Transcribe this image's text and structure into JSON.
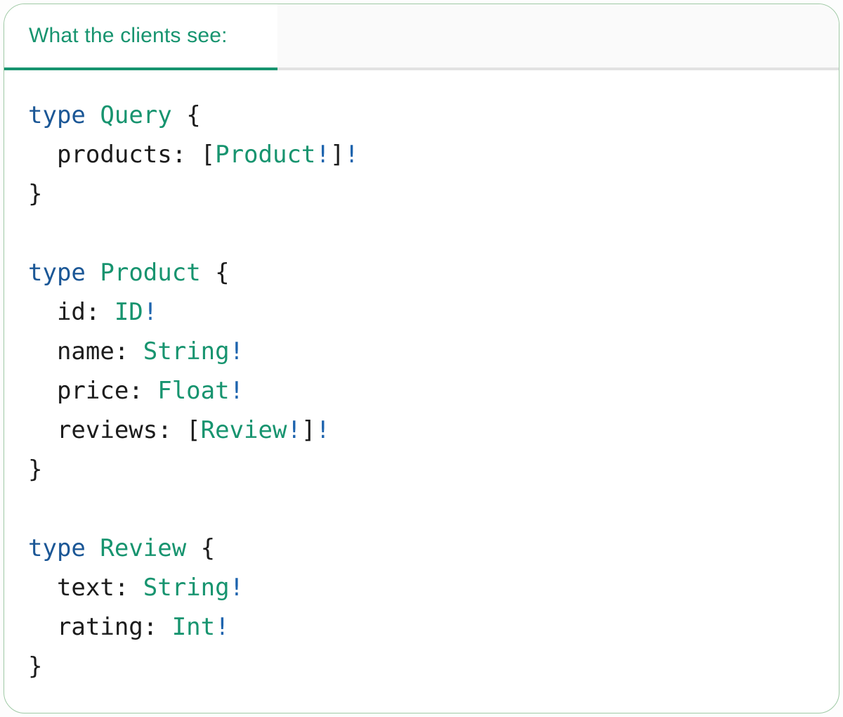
{
  "tab": {
    "label": "What the clients see:"
  },
  "colors": {
    "teal": "#17946F",
    "blue": "#1B5796",
    "bang": "#1E64AE",
    "code_text": "#1C1C1C",
    "card_border": "#9FC9A5",
    "tab_inactive_bg": "#FAFAFA",
    "tab_divider": "#E2E2E2",
    "card_bg": "#FFFFFF",
    "page_bg": "#FDFDFD"
  },
  "code": {
    "language": "graphql",
    "lines": [
      [
        {
          "t": "type",
          "c": "kw"
        },
        {
          "t": " ",
          "c": "pl"
        },
        {
          "t": "Query",
          "c": "ty"
        },
        {
          "t": " {",
          "c": "pl"
        }
      ],
      [
        {
          "t": "  products: [",
          "c": "pl"
        },
        {
          "t": "Product",
          "c": "ty"
        },
        {
          "t": "!",
          "c": "bg"
        },
        {
          "t": "]",
          "c": "pl"
        },
        {
          "t": "!",
          "c": "bg"
        }
      ],
      [
        {
          "t": "}",
          "c": "pl"
        }
      ],
      [],
      [
        {
          "t": "type",
          "c": "kw"
        },
        {
          "t": " ",
          "c": "pl"
        },
        {
          "t": "Product",
          "c": "ty"
        },
        {
          "t": " {",
          "c": "pl"
        }
      ],
      [
        {
          "t": "  id: ",
          "c": "pl"
        },
        {
          "t": "ID",
          "c": "ty"
        },
        {
          "t": "!",
          "c": "bg"
        }
      ],
      [
        {
          "t": "  name: ",
          "c": "pl"
        },
        {
          "t": "String",
          "c": "ty"
        },
        {
          "t": "!",
          "c": "bg"
        }
      ],
      [
        {
          "t": "  price: ",
          "c": "pl"
        },
        {
          "t": "Float",
          "c": "ty"
        },
        {
          "t": "!",
          "c": "bg"
        }
      ],
      [
        {
          "t": "  reviews: [",
          "c": "pl"
        },
        {
          "t": "Review",
          "c": "ty"
        },
        {
          "t": "!",
          "c": "bg"
        },
        {
          "t": "]",
          "c": "pl"
        },
        {
          "t": "!",
          "c": "bg"
        }
      ],
      [
        {
          "t": "}",
          "c": "pl"
        }
      ],
      [],
      [
        {
          "t": "type",
          "c": "kw"
        },
        {
          "t": " ",
          "c": "pl"
        },
        {
          "t": "Review",
          "c": "ty"
        },
        {
          "t": " {",
          "c": "pl"
        }
      ],
      [
        {
          "t": "  text: ",
          "c": "pl"
        },
        {
          "t": "String",
          "c": "ty"
        },
        {
          "t": "!",
          "c": "bg"
        }
      ],
      [
        {
          "t": "  rating: ",
          "c": "pl"
        },
        {
          "t": "Int",
          "c": "ty"
        },
        {
          "t": "!",
          "c": "bg"
        }
      ],
      [
        {
          "t": "}",
          "c": "pl"
        }
      ]
    ]
  }
}
